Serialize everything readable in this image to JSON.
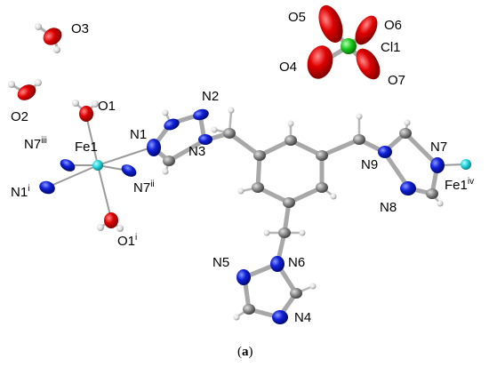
{
  "labels": {
    "O3": "O3",
    "O2": "O2",
    "O1": "O1",
    "Fe1": "Fe1",
    "N1": "N1",
    "N2": "N2",
    "N3": "N3",
    "N7iii_base": "N7",
    "N7iii_sup": "iii",
    "N7ii_base": "N7",
    "N7ii_sup": "ii",
    "N1i_base": "N1",
    "N1i_sup": "i",
    "O1i_base": "O1",
    "O1i_sup": "i",
    "O5": "O5",
    "O6": "O6",
    "Cl1": "Cl1",
    "O4": "O4",
    "O7": "O7",
    "N9": "N9",
    "N7": "N7",
    "N8": "N8",
    "Fe1iv_base": "Fe1",
    "Fe1iv_sup": "iv",
    "N5": "N5",
    "N6": "N6",
    "N4": "N4"
  },
  "caption": {
    "open": "(",
    "letter": "a",
    "close": ")"
  },
  "colors": {
    "oxygen": "#e00000",
    "nitrogen": "#1020d8",
    "carbon": "#8a8a8a",
    "hydrogen": "#e6e6e6",
    "iron": "#22d3dc",
    "chlorine": "#18c818",
    "bond": "#a0a0a0"
  }
}
